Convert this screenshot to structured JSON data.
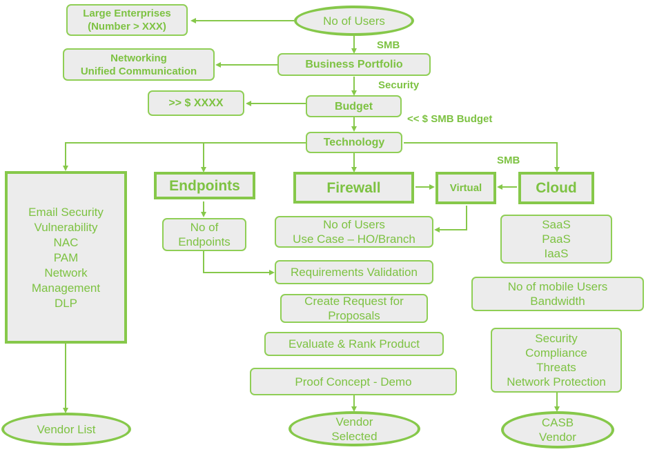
{
  "colors": {
    "accent": "#7dc242",
    "box_fill": "#ececec",
    "border": "#8fce55"
  },
  "nodes": {
    "no_users": [
      "No of Users"
    ],
    "large_ent": [
      "Large Enterprises",
      "(Number > XXX)"
    ],
    "business": [
      "Business Portfolio"
    ],
    "networking": [
      "Networking",
      "Unified Communication"
    ],
    "budget": [
      "Budget"
    ],
    "xxxx": [
      ">> $ XXXX"
    ],
    "technology": [
      "Technology"
    ],
    "left_list": [
      "Email Security",
      "Vulnerability",
      "NAC",
      "PAM",
      "Network",
      "Management",
      "DLP"
    ],
    "endpoints": [
      "Endpoints"
    ],
    "firewall": [
      "Firewall"
    ],
    "virtual": [
      "Virtual"
    ],
    "cloud": [
      "Cloud"
    ],
    "no_endpoints": [
      "No of",
      "Endpoints"
    ],
    "fw_users": [
      "No of Users",
      "Use Case – HO/Branch"
    ],
    "saas": [
      "SaaS",
      "PaaS",
      "IaaS"
    ],
    "req_val": [
      "Requirements Validation"
    ],
    "mobile": [
      "No of mobile Users",
      "Bandwidth"
    ],
    "rfp": [
      "Create Request for",
      "Proposals"
    ],
    "evaluate": [
      "Evaluate & Rank Product"
    ],
    "security_box": [
      "Security",
      "Compliance",
      "Threats",
      "Network Protection"
    ],
    "poc": [
      "Proof Concept - Demo"
    ],
    "vendor_list": [
      "Vendor List"
    ],
    "vendor_selected": [
      "Vendor",
      "Selected"
    ],
    "casb": [
      "CASB",
      "Vendor"
    ]
  },
  "edge_labels": {
    "smb_1": "SMB",
    "security": "Security",
    "smb_budget": "<< $ SMB Budget",
    "smb_2": "SMB"
  }
}
